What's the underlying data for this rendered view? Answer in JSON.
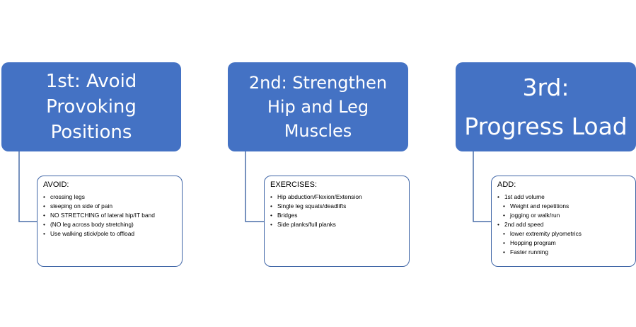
{
  "steps": [
    {
      "header_lines": [
        "1st: Avoid",
        "Provoking",
        "Positions"
      ],
      "detail_title": "AVOID:",
      "items": [
        {
          "text": "crossing  legs",
          "level": 1
        },
        {
          "text": "sleeping  on side of pain",
          "level": 1
        },
        {
          "text": "NO STRETCHING  of lateral hip/IT band",
          "level": 1
        },
        {
          "text": "(NO leg across body stretching)",
          "level": 1
        },
        {
          "text": "Use walking stick/pole  to offload",
          "level": 1
        }
      ]
    },
    {
      "header_lines": [
        "2nd: Strengthen",
        "Hip and Leg",
        "Muscles"
      ],
      "detail_title": "EXERCISES:",
      "items": [
        {
          "text": "Hip abduction/Flexion/Extension",
          "level": 1
        },
        {
          "text": "Single leg squats/deadlifts",
          "level": 1
        },
        {
          "text": "Bridges",
          "level": 1
        },
        {
          "text": "Side planks/full  planks",
          "level": 1
        }
      ]
    },
    {
      "header_lines": [
        "3rd:",
        "Progress Load"
      ],
      "detail_title": "ADD:",
      "items": [
        {
          "text": "1st add volume",
          "level": 1
        },
        {
          "text": "Weight and repetitions",
          "level": 2
        },
        {
          "text": "jogging  or walk/run",
          "level": 2
        },
        {
          "text": "2nd add speed",
          "level": 1
        },
        {
          "text": "lower extremity  plyometrics",
          "level": 2
        },
        {
          "text": "Hopping  program",
          "level": 2
        },
        {
          "text": "Faster  running",
          "level": 2
        }
      ]
    }
  ],
  "colors": {
    "header_fill": "#4472c4",
    "header_text": "#ffffff",
    "detail_border": "#3f65a6",
    "connector": "#4a6fa8"
  }
}
